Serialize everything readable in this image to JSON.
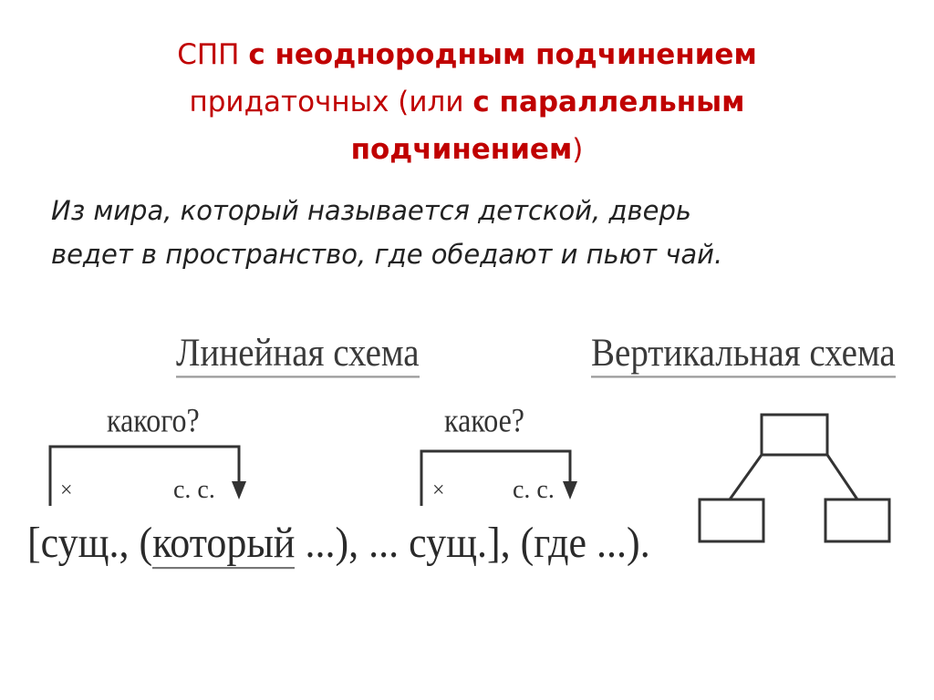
{
  "title": {
    "part1": "СПП ",
    "part2": "с неоднородным подчинением",
    "part3": "придаточных (или ",
    "part4": "с параллельным подчинением",
    "part5": ")"
  },
  "example": {
    "line1": "Из мира, который называется детской, дверь",
    "line2": "ведет в пространство, где обедают и пьют чай."
  },
  "linear_scheme": {
    "heading": "Линейная схема",
    "question1": "какого?",
    "question2": "какое?",
    "mark_x1": "×",
    "mark_cc1": "с. с.",
    "mark_x2": "×",
    "mark_cc2": "с. с.",
    "formula": {
      "p1": "[сущ., (",
      "p2": "который",
      "p3": " ...), ... сущ.], (",
      "p4": "где",
      "p5": " ...)."
    }
  },
  "vertical_scheme": {
    "heading": "Вертикальная схема"
  },
  "colors": {
    "title": "#c00000",
    "text": "#222222",
    "diagram": "#333333"
  }
}
